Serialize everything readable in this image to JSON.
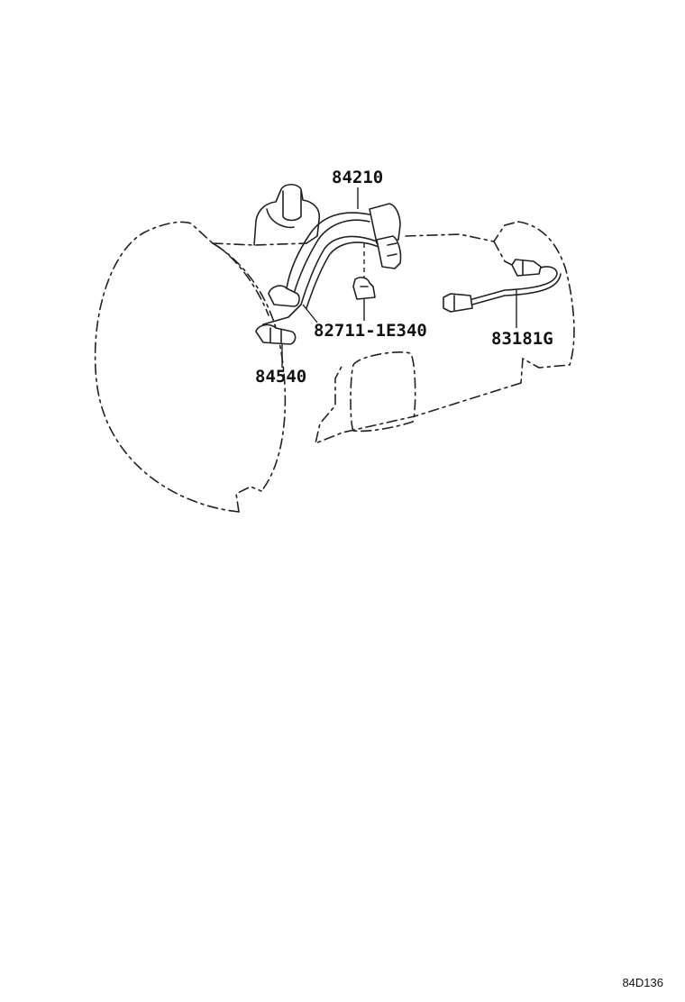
{
  "callouts": {
    "harness": "84210",
    "clamp": "82711-1E340",
    "sensor_right": "83181G",
    "switch_left": "84540"
  },
  "diagram_id": "84D136",
  "colors": {
    "line": "#222222",
    "background": "#ffffff"
  }
}
